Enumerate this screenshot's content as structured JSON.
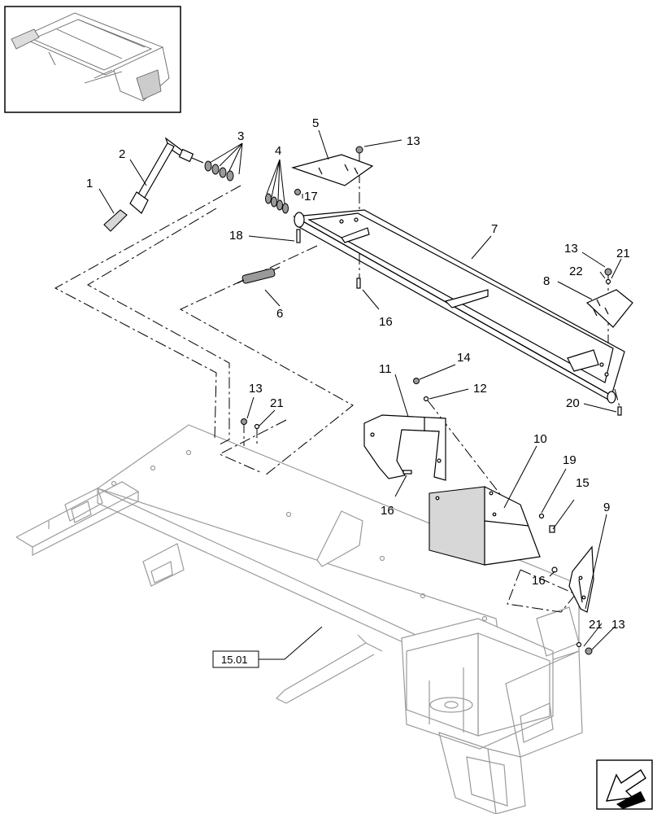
{
  "diagram": {
    "callouts": [
      "1",
      "2",
      "3",
      "4",
      "5",
      "6",
      "7",
      "8",
      "9",
      "10",
      "11",
      "12",
      "13",
      "13",
      "13",
      "13",
      "14",
      "15",
      "16",
      "16",
      "16",
      "17",
      "18",
      "19",
      "20",
      "21",
      "21",
      "21",
      "22"
    ],
    "reference_label": "15.01",
    "nav_icon": "back-arrow-icon",
    "colors": {
      "line": "#000000",
      "frame": "#9a9a9a",
      "shade": "#d7d7d7"
    }
  }
}
